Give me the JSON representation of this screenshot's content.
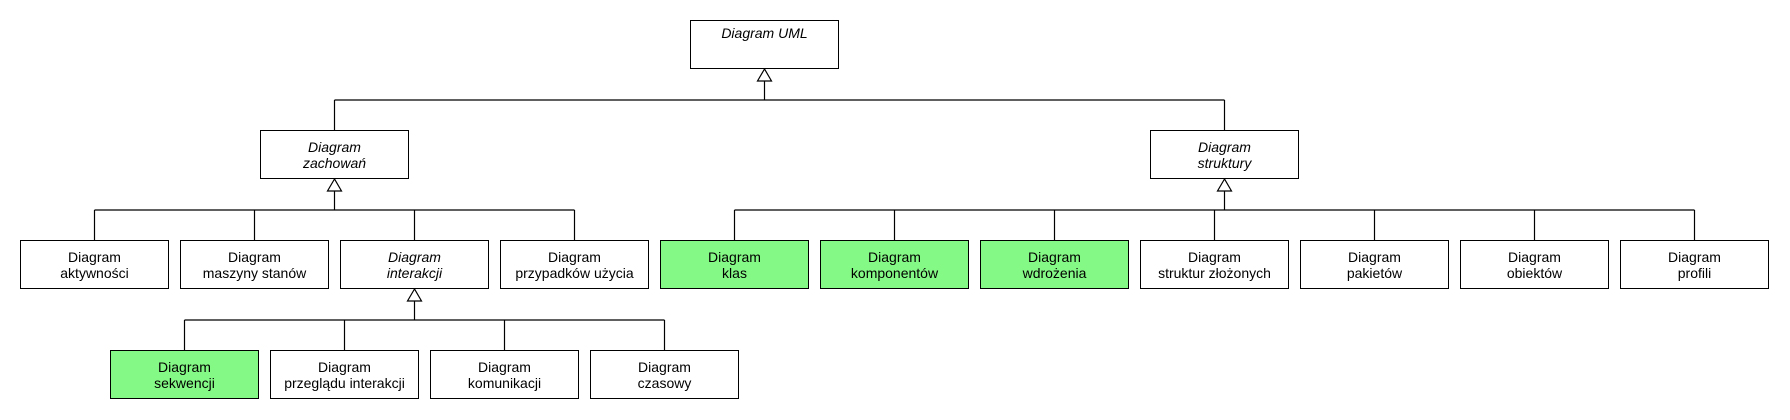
{
  "highlight_color": "#85f985",
  "nodes": {
    "uml": {
      "lines": [
        "Diagram UML",
        ""
      ],
      "abstract": true,
      "highlighted": false
    },
    "behavior": {
      "lines": [
        "Diagram",
        "zachowań"
      ],
      "abstract": true,
      "highlighted": false
    },
    "structure": {
      "lines": [
        "Diagram",
        "struktury"
      ],
      "abstract": true,
      "highlighted": false
    },
    "activity": {
      "lines": [
        "Diagram",
        "aktywności"
      ],
      "abstract": false,
      "highlighted": false
    },
    "state_machine": {
      "lines": [
        "Diagram",
        "maszyny stanów"
      ],
      "abstract": false,
      "highlighted": false
    },
    "interaction": {
      "lines": [
        "Diagram",
        "interakcji"
      ],
      "abstract": true,
      "highlighted": false
    },
    "use_case": {
      "lines": [
        "Diagram",
        "przypadków użycia"
      ],
      "abstract": false,
      "highlighted": false
    },
    "class": {
      "lines": [
        "Diagram",
        "klas"
      ],
      "abstract": false,
      "highlighted": true
    },
    "component": {
      "lines": [
        "Diagram",
        "komponentów"
      ],
      "abstract": false,
      "highlighted": true
    },
    "deployment": {
      "lines": [
        "Diagram",
        "wdrożenia"
      ],
      "abstract": false,
      "highlighted": true
    },
    "composite": {
      "lines": [
        "Diagram",
        "struktur złożonych"
      ],
      "abstract": false,
      "highlighted": false
    },
    "package": {
      "lines": [
        "Diagram",
        "pakietów"
      ],
      "abstract": false,
      "highlighted": false
    },
    "object": {
      "lines": [
        "Diagram",
        "obiektów"
      ],
      "abstract": false,
      "highlighted": false
    },
    "profile": {
      "lines": [
        "Diagram",
        "profili"
      ],
      "abstract": false,
      "highlighted": false
    },
    "sequence": {
      "lines": [
        "Diagram",
        "sekwencji"
      ],
      "abstract": false,
      "highlighted": true
    },
    "interaction_overview": {
      "lines": [
        "Diagram",
        "przeglądu interakcji"
      ],
      "abstract": false,
      "highlighted": false
    },
    "communication": {
      "lines": [
        "Diagram",
        "komunikacji"
      ],
      "abstract": false,
      "highlighted": false
    },
    "timing": {
      "lines": [
        "Diagram",
        "czasowy"
      ],
      "abstract": false,
      "highlighted": false
    }
  },
  "generalizations": [
    {
      "parent": "uml",
      "children": [
        "behavior",
        "structure"
      ]
    },
    {
      "parent": "behavior",
      "children": [
        "activity",
        "state_machine",
        "interaction",
        "use_case"
      ]
    },
    {
      "parent": "structure",
      "children": [
        "class",
        "component",
        "deployment",
        "composite",
        "package",
        "object",
        "profile"
      ]
    },
    {
      "parent": "interaction",
      "children": [
        "sequence",
        "interaction_overview",
        "communication",
        "timing"
      ]
    }
  ]
}
